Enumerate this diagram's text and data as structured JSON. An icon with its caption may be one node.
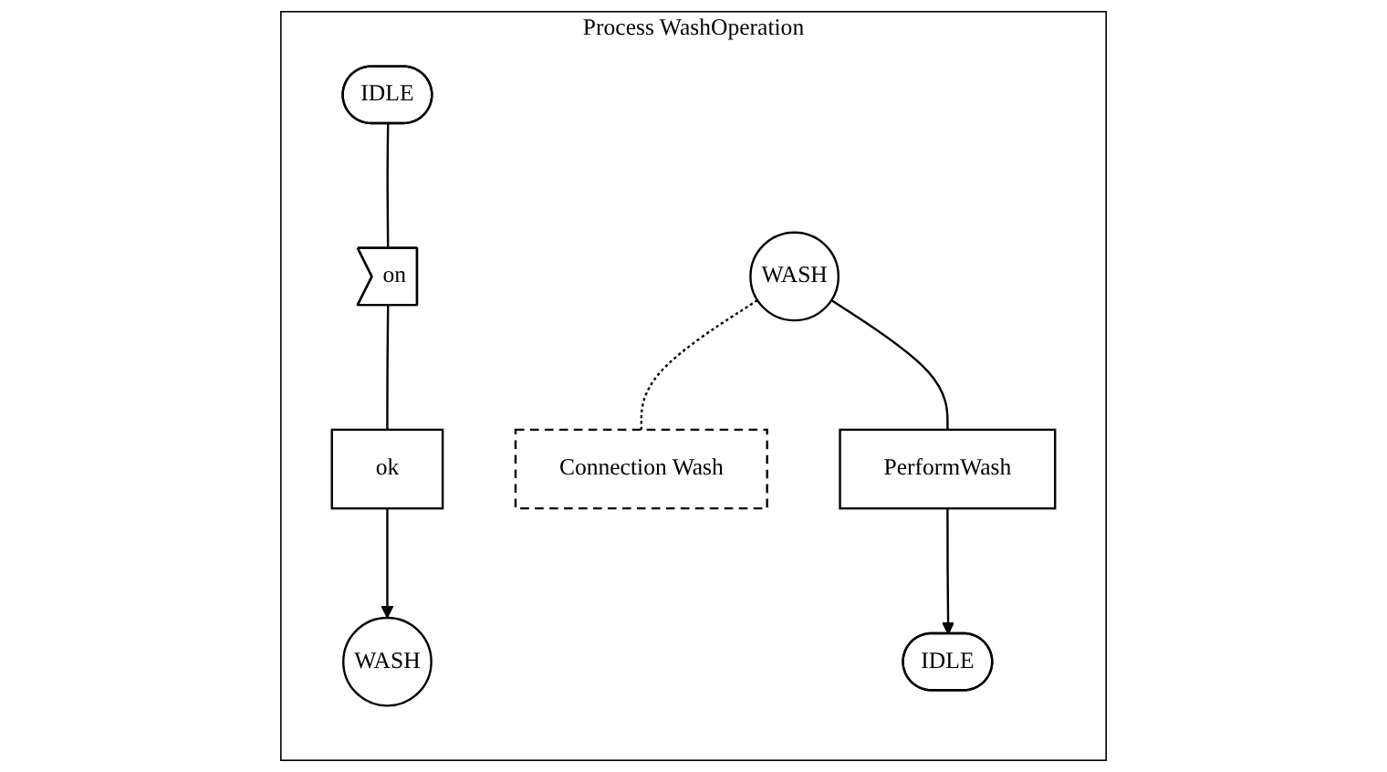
{
  "diagram": {
    "nodes": [
      {
        "text": [
          "Process WashOperation"
        ]
      },
      {
        "text": [
          "IDLE"
        ],
        "in": 0
      },
      {
        "text": [
          "on"
        ],
        "in": 0
      },
      {
        "text": [
          "ok"
        ],
        "in": 0
      },
      {
        "text": [
          "WASH"
        ],
        "in": 0
      },
      {
        "text": [
          "WASH"
        ],
        "in": 0
      },
      {
        "text": [
          "Connection Wash"
        ],
        "in": 0
      },
      {
        "text": [
          "PerformWash"
        ],
        "in": 0
      },
      {
        "text": [
          "IDLE"
        ],
        "in": 0
      }
    ],
    "edges": [
      {
        "from": 1,
        "to": 2,
        "arrow": "none"
      },
      {
        "from": 2,
        "to": 3,
        "arrow": "none"
      },
      {
        "from": 3,
        "to": 4,
        "arrow": "to"
      },
      {
        "from": 5,
        "to": 6,
        "arrow": "none",
        "style": "dashed"
      },
      {
        "from": 5,
        "to": 7,
        "arrow": "none"
      },
      {
        "from": 7,
        "to": 8,
        "arrow": "to"
      }
    ]
  }
}
